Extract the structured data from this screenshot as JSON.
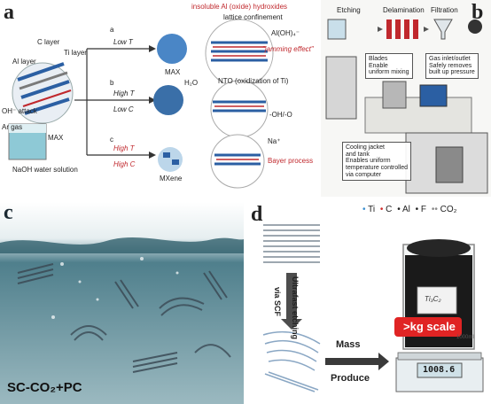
{
  "panels": {
    "a": {
      "label": "a",
      "structure_labels": [
        "C layer",
        "Ti layer",
        "Al layer"
      ],
      "attack_label": "OH⁻ attack",
      "gas_label": "Ar gas",
      "max_label": "MAX",
      "solution_label": "NaOH water solution",
      "routes": [
        {
          "letter": "a",
          "condition_lines": [
            "Low T"
          ],
          "product": "MAX"
        },
        {
          "letter": "b",
          "condition_lines": [
            "High T",
            "Low C"
          ],
          "product": ""
        },
        {
          "letter": "c",
          "condition_lines": [
            "High T",
            "High C"
          ],
          "product": "MXene"
        }
      ],
      "annotations": {
        "hydroxides": "insoluble Al (oxide) hydroxides",
        "lattice": "lattice confinement",
        "aloh": "Al(OH)₄⁻",
        "jamming": "\"jamming effect\"",
        "h2o": "H₂O",
        "nto": "NTO (oxidization of Ti)",
        "oh_o": "-OH/-O",
        "na": "Na⁺",
        "bayer": "Bayer process"
      }
    },
    "b": {
      "label": "b",
      "steps": [
        "Etching",
        "Delamination",
        "Filtration"
      ],
      "callouts": {
        "blades": [
          "Blades",
          "Enable",
          "uniform mixing"
        ],
        "gas": [
          "Gas inlet/outlet",
          "Safely removes",
          "built up pressure"
        ],
        "cooling": [
          "Cooling jacket",
          "and tank",
          "Enables uniform",
          "temperature controlled",
          "via computer"
        ]
      }
    },
    "c": {
      "label": "c",
      "caption": "SC-CO₂+PC"
    },
    "d": {
      "label": "d",
      "legend": [
        {
          "symbol": "•",
          "text": "Ti",
          "color": "#3b8fd0"
        },
        {
          "symbol": "•",
          "text": "C",
          "color": "#d02a2a"
        },
        {
          "symbol": "•",
          "text": "Al",
          "color": "#333333"
        },
        {
          "symbol": "•",
          "text": "F",
          "color": "#333333"
        },
        {
          "symbol": "••",
          "text": "CO₂",
          "color": "#8a8a8a"
        }
      ],
      "etching_label": "Ultrafast etching",
      "via_label": "via SCF",
      "mass_label": "Mass",
      "produce_label": "Produce",
      "scale_label": ">kg scale",
      "scale_reading": "1008.6",
      "beaker_label": "Ti₃C₂",
      "beaker_volume": "1000ml"
    }
  },
  "colors": {
    "accent_red": "#c0282d",
    "mxene_blue": "#3a78b8",
    "water_teal": "#5f8f9c",
    "scale_red": "#e02424"
  }
}
